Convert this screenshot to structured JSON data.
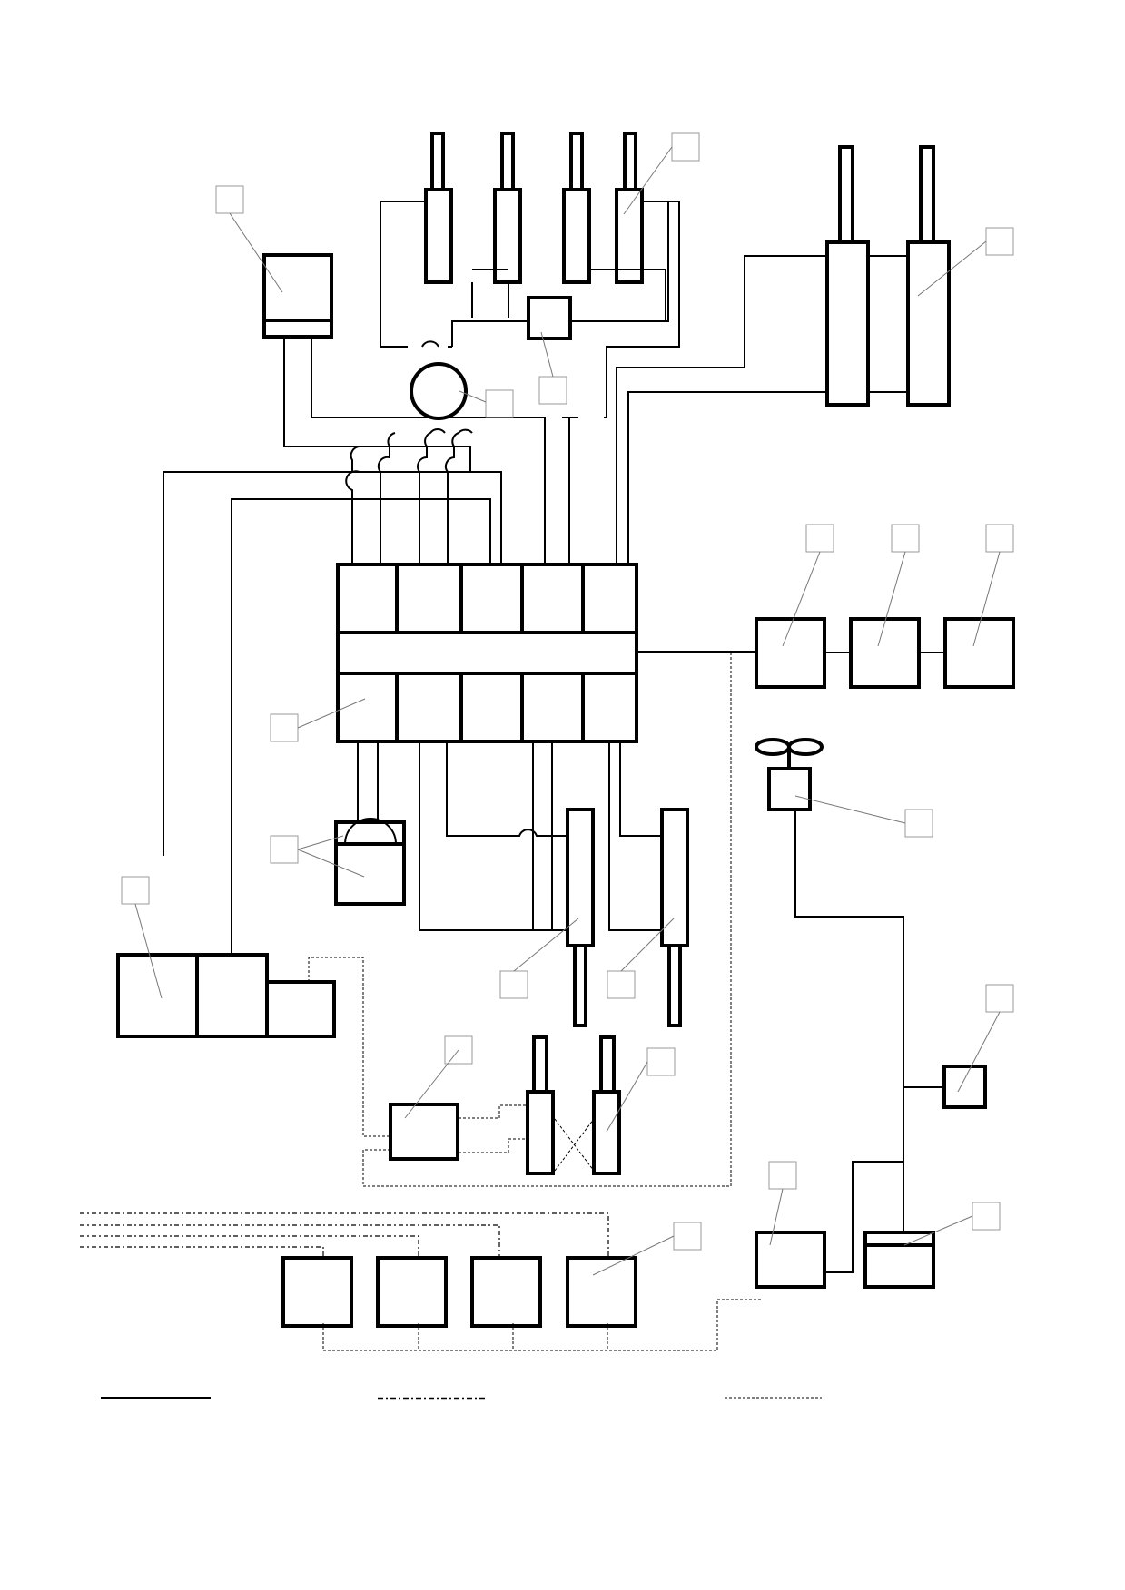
{
  "diagram": {
    "description_labels": [],
    "legend": [
      {
        "style": "solid"
      },
      {
        "style": "dash-dot"
      },
      {
        "style": "dotted"
      }
    ]
  }
}
